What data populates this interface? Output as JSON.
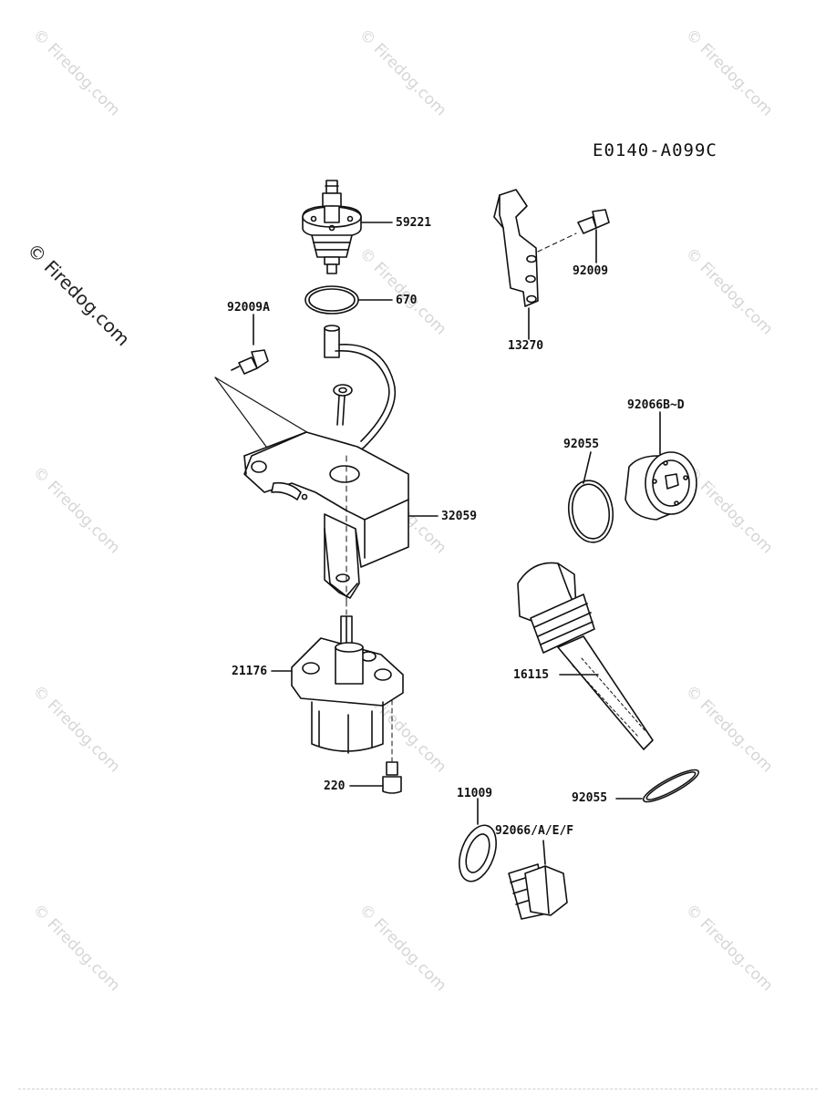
{
  "diagram": {
    "code": "E0140-A099C",
    "watermark": "© Firedog.com",
    "watermark_text": "© Firedog.com",
    "parts": [
      {
        "id": "59221"
      },
      {
        "id": "670"
      },
      {
        "id": "92009A"
      },
      {
        "id": "13270"
      },
      {
        "id": "92009"
      },
      {
        "id": "92066B~D"
      },
      {
        "id": "92055"
      },
      {
        "id": "32059"
      },
      {
        "id": "16115"
      },
      {
        "id": "21176"
      },
      {
        "id": "220"
      },
      {
        "id": "11009"
      },
      {
        "id": "92055"
      },
      {
        "id": "92066/A/E/F"
      }
    ]
  }
}
